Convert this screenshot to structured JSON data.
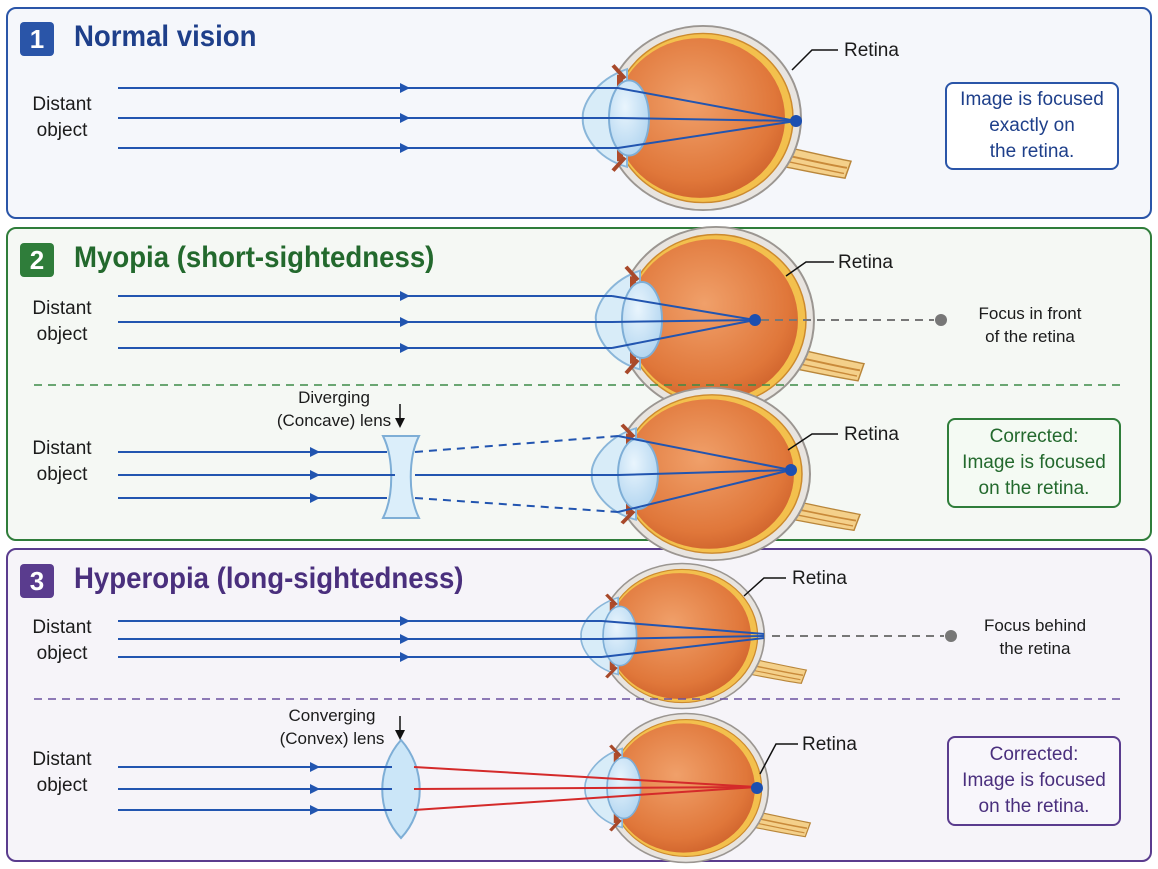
{
  "colors": {
    "normal_accent": "#2a55a8",
    "myopia_accent": "#2f7d3a",
    "hyperopia_accent": "#5a3c8e",
    "light_ray": "#2255b0",
    "corrected_ray": "#d42a2a",
    "eye_body": "#e07a3c",
    "lens": "#bcdcf2"
  },
  "panels": [
    {
      "number": "1",
      "title": "Normal vision",
      "object_label": [
        "Distant",
        "object"
      ],
      "retina_label": "Retina",
      "note": [
        "Image is focused",
        "exactly on",
        "the retina."
      ]
    },
    {
      "number": "2",
      "title": "Myopia (short-sightedness)",
      "top": {
        "object_label": [
          "Distant",
          "object"
        ],
        "retina_label": "Retina",
        "focus_note": [
          "Focus in front",
          "of the retina"
        ]
      },
      "bottom": {
        "object_label": [
          "Distant",
          "object"
        ],
        "lens_label": [
          "Diverging",
          "(Concave) lens"
        ],
        "lens_icon": "concave-lens-icon",
        "retina_label": "Retina",
        "note": [
          "Corrected:",
          "Image is focused",
          "on the retina."
        ]
      }
    },
    {
      "number": "3",
      "title": "Hyperopia (long-sightedness)",
      "top": {
        "object_label": [
          "Distant",
          "object"
        ],
        "retina_label": "Retina",
        "focus_note": [
          "Focus behind",
          "the retina"
        ]
      },
      "bottom": {
        "object_label": [
          "Distant",
          "object"
        ],
        "lens_label": [
          "Converging",
          "(Convex) lens"
        ],
        "lens_icon": "convex-lens-icon",
        "retina_label": "Retina",
        "note": [
          "Corrected:",
          "Image is focused",
          "on the retina."
        ]
      }
    }
  ]
}
